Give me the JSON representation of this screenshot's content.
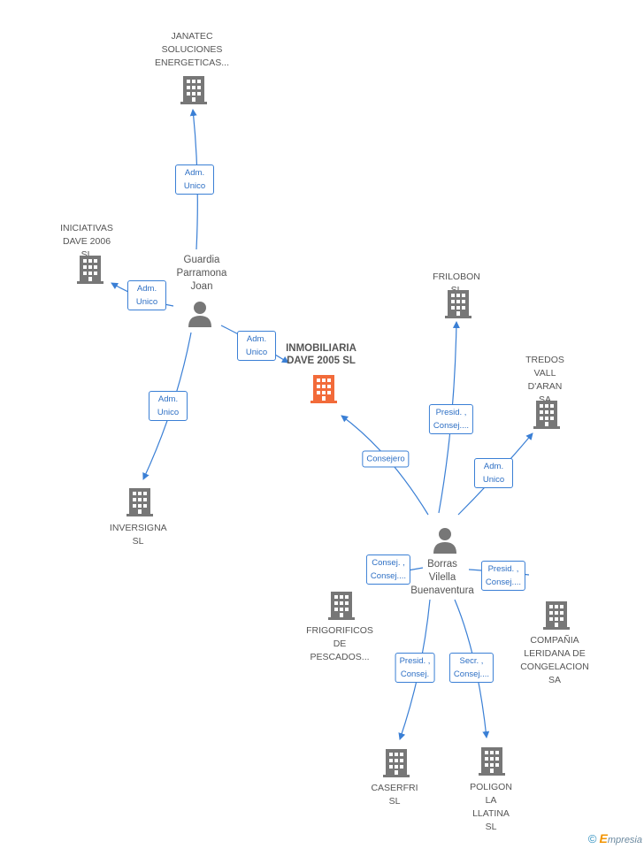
{
  "colors": {
    "company": "#777777",
    "main_company": "#f26b3a",
    "person": "#777777",
    "edge": "#3a7fd5"
  },
  "nodes": {
    "janatec": {
      "label": "JANATEC\nSOLUCIONES\nENERGETICAS...",
      "icon": "building-icon"
    },
    "iniciativas": {
      "label": "INICIATIVAS\nDAVE 2006  SL",
      "icon": "building-icon"
    },
    "guardia": {
      "label": "Guardia\nParramona\nJoan",
      "icon": "person-icon"
    },
    "inmobiliaria": {
      "label": "INMOBILIARIA\nDAVE 2005 SL",
      "icon": "building-icon"
    },
    "frilobon": {
      "label": "FRILOBON SL",
      "icon": "building-icon"
    },
    "tredos": {
      "label": "TREDOS\nVALL\nD'ARAN SA",
      "icon": "building-icon"
    },
    "inversigna": {
      "label": "INVERSIGNA SL",
      "icon": "building-icon"
    },
    "borras": {
      "label": "Borras\nVilella\nBuenaventura",
      "icon": "person-icon"
    },
    "frigorificos": {
      "label": "FRIGORIFICOS\nDE\nPESCADOS...",
      "icon": "building-icon"
    },
    "compania": {
      "label": "COMPAÑIA\nLERIDANA DE\nCONGELACION SA",
      "icon": "building-icon"
    },
    "caserfri": {
      "label": "CASERFRI SL",
      "icon": "building-icon"
    },
    "poligon": {
      "label": "POLIGON LA\nLLATINA SL",
      "icon": "building-icon"
    }
  },
  "edges": [
    {
      "from": "guardia",
      "to": "janatec",
      "label": "Adm.\nUnico"
    },
    {
      "from": "guardia",
      "to": "iniciativas",
      "label": "Adm.\nUnico"
    },
    {
      "from": "guardia",
      "to": "inmobiliaria",
      "label": "Adm.\nUnico"
    },
    {
      "from": "guardia",
      "to": "inversigna",
      "label": "Adm.\nUnico"
    },
    {
      "from": "borras",
      "to": "inmobiliaria",
      "label": "Consejero"
    },
    {
      "from": "borras",
      "to": "frilobon",
      "label": "Presid. ,\nConsej...."
    },
    {
      "from": "borras",
      "to": "tredos",
      "label": "Adm.\nUnico"
    },
    {
      "from": "borras",
      "to": "frigorificos",
      "label": "Consej. ,\nConsej...."
    },
    {
      "from": "borras",
      "to": "compania",
      "label": "Presid. ,\nConsej...."
    },
    {
      "from": "borras",
      "to": "caserfri",
      "label": "Presid. ,\nConsej."
    },
    {
      "from": "borras",
      "to": "poligon",
      "label": "Secr. ,\nConsej...."
    }
  ],
  "footer": {
    "copyright": "©",
    "brand_initial": "E",
    "brand_rest": "mpresia"
  }
}
